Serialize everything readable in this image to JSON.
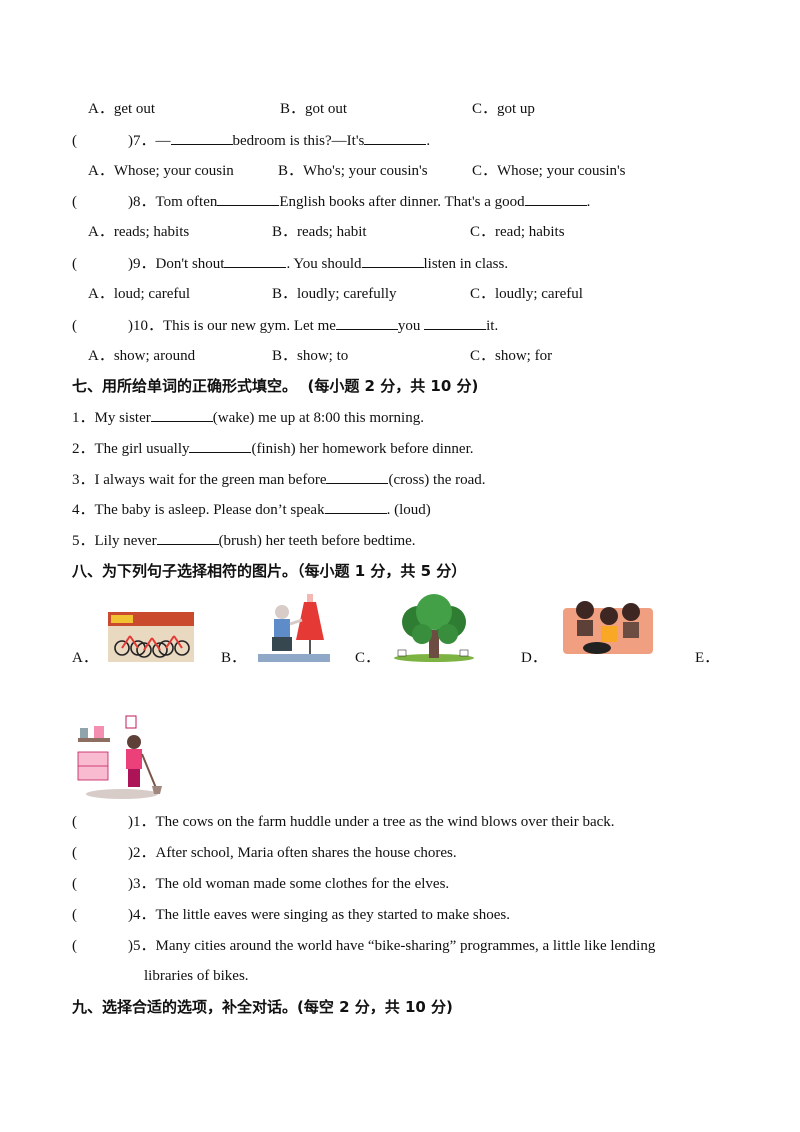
{
  "mc": [
    {
      "opts": [
        "A．get out",
        "B．got out",
        "C．got up"
      ]
    },
    {
      "num": ")7．",
      "stem": [
        "—",
        "bedroom is this?—It's",
        "."
      ],
      "opts": [
        "A．Whose; your cousin",
        "B．Who's; your cousin's",
        "C．Whose; your cousin's"
      ]
    },
    {
      "num": ")8．",
      "stem": [
        "Tom often",
        "English books after dinner. That's a good",
        "."
      ],
      "opts": [
        "A．reads; habits",
        "B．reads; habit",
        "C．read; habits"
      ]
    },
    {
      "num": ")9．",
      "stem": [
        "Don't shout",
        ". You should",
        "listen in class."
      ],
      "opts": [
        "A．loud; careful",
        "B．loudly; carefully",
        "C．loudly; careful"
      ]
    },
    {
      "num": ")10．",
      "stem": [
        "This is our new gym. Let me",
        "you ",
        "it."
      ],
      "opts": [
        "A．show; around",
        "B．show; to",
        "C．show; for"
      ]
    }
  ],
  "paren_open": "(",
  "section7": {
    "title": "七、用所给单词的正确形式填空。",
    "score": "(每小题 2 分，共 10 分)",
    "items": [
      {
        "pre": "1．My sister",
        "post": "(wake) me up at 8:00 this morning."
      },
      {
        "pre": "2．The girl usually",
        "post": "(finish) her homework before dinner."
      },
      {
        "pre": "3．I always wait for the green man before",
        "post": "(cross) the road."
      },
      {
        "pre": "4．The baby is asleep. Please don’t speak",
        "post": ". (loud)"
      },
      {
        "pre": "5．Lily never",
        "post": "(brush) her teeth before bedtime."
      }
    ]
  },
  "section8": {
    "title": "八、为下列句子选择相符的图片。（每小题 1 分，共 5 分）",
    "labels": [
      "A．",
      "B．",
      "C．",
      "D．",
      "E．"
    ],
    "items": [
      ")1．The cows on the farm huddle under a tree as the wind blows over their back.",
      ")2．After school, Maria often shares the house chores.",
      ")3．The old woman made some clothes for the elves.",
      ")4．The little eaves were singing as they started to make shoes.",
      ")5．Many cities around the world have “bike-sharing” programmes, a little like lending"
    ],
    "item5_cont": "libraries of bikes."
  },
  "section9": {
    "title": "九、选择合适的选项，补全对话。(每空 2 分，共 10 分)"
  }
}
